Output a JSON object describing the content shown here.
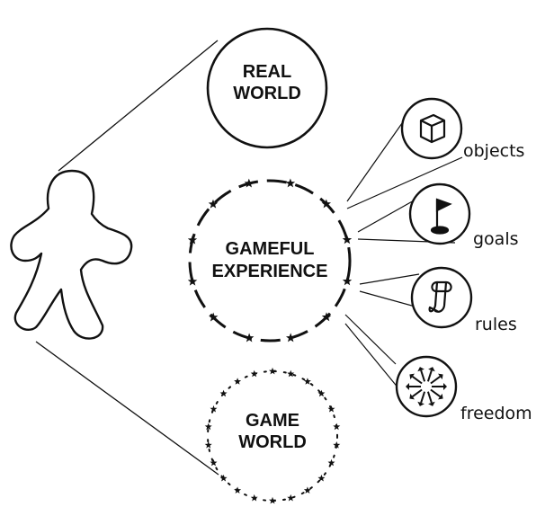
{
  "colors": {
    "ink": "#111111",
    "background": "#ffffff"
  },
  "person": {
    "icon": "person-outline-icon"
  },
  "circles": {
    "real_world": {
      "line1": "REAL",
      "line2": "WORLD"
    },
    "gameful_experience": {
      "line1": "GAMEFUL",
      "line2": "EXPERIENCE"
    },
    "game_world": {
      "line1": "GAME",
      "line2": "WORLD"
    }
  },
  "features": [
    {
      "id": "objects",
      "label": "objects",
      "icon": "cube-icon"
    },
    {
      "id": "goals",
      "label": "goals",
      "icon": "flag-icon"
    },
    {
      "id": "rules",
      "label": "rules",
      "icon": "scroll-icon"
    },
    {
      "id": "freedom",
      "label": "freedom",
      "icon": "burst-arrows-icon"
    }
  ]
}
